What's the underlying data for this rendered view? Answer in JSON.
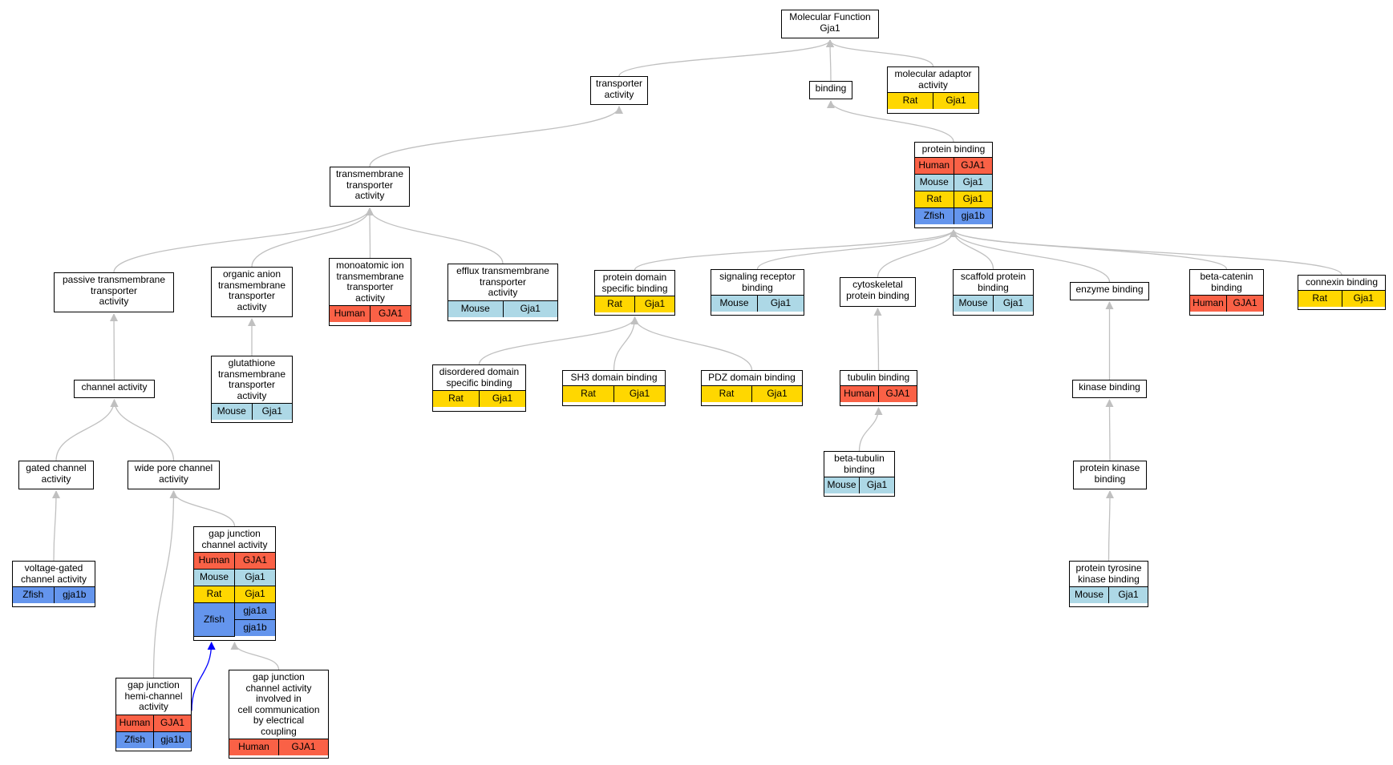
{
  "colors": {
    "Human": "#fa6146",
    "Mouse": "#add8e6",
    "Rat": "#ffd700",
    "Zfish": "#6495ed",
    "edge": "#c0c0c0",
    "highlight_edge": "#0000ff"
  },
  "nodes": [
    {
      "id": "mf",
      "label": "Molecular Function\nGja1",
      "rows": []
    },
    {
      "id": "transporter",
      "label": "transporter\nactivity",
      "rows": []
    },
    {
      "id": "binding",
      "label": "binding",
      "rows": []
    },
    {
      "id": "adaptor",
      "label": "molecular adaptor\nactivity",
      "rows": [
        {
          "species": "Rat",
          "genes": [
            "Gja1"
          ]
        }
      ]
    },
    {
      "id": "protbind",
      "label": "protein binding",
      "rows": [
        {
          "species": "Human",
          "genes": [
            "GJA1"
          ]
        },
        {
          "species": "Mouse",
          "genes": [
            "Gja1"
          ]
        },
        {
          "species": "Rat",
          "genes": [
            "Gja1"
          ]
        },
        {
          "species": "Zfish",
          "genes": [
            "gja1b"
          ]
        }
      ]
    },
    {
      "id": "tm",
      "label": "transmembrane\ntransporter\nactivity",
      "rows": []
    },
    {
      "id": "passive",
      "label": "passive transmembrane\ntransporter\nactivity",
      "rows": []
    },
    {
      "id": "organic",
      "label": "organic anion\ntransmembrane\ntransporter\nactivity",
      "rows": []
    },
    {
      "id": "monoatomic",
      "label": "monoatomic ion\ntransmembrane\ntransporter\nactivity",
      "rows": [
        {
          "species": "Human",
          "genes": [
            "GJA1"
          ]
        }
      ]
    },
    {
      "id": "efflux",
      "label": "efflux transmembrane\ntransporter\nactivity",
      "rows": [
        {
          "species": "Mouse",
          "genes": [
            "Gja1"
          ]
        }
      ]
    },
    {
      "id": "domain",
      "label": "protein domain\nspecific binding",
      "rows": [
        {
          "species": "Rat",
          "genes": [
            "Gja1"
          ]
        }
      ]
    },
    {
      "id": "signaling",
      "label": "signaling receptor\nbinding",
      "rows": [
        {
          "species": "Mouse",
          "genes": [
            "Gja1"
          ]
        }
      ]
    },
    {
      "id": "cyto",
      "label": "cytoskeletal\nprotein binding",
      "rows": []
    },
    {
      "id": "scaffold",
      "label": "scaffold protein\nbinding",
      "rows": [
        {
          "species": "Mouse",
          "genes": [
            "Gja1"
          ]
        }
      ]
    },
    {
      "id": "enzyme",
      "label": "enzyme binding",
      "rows": []
    },
    {
      "id": "catenin",
      "label": "beta-catenin\nbinding",
      "rows": [
        {
          "species": "Human",
          "genes": [
            "GJA1"
          ]
        }
      ]
    },
    {
      "id": "connexin",
      "label": "connexin binding",
      "rows": [
        {
          "species": "Rat",
          "genes": [
            "Gja1"
          ]
        }
      ]
    },
    {
      "id": "glutathione",
      "label": "glutathione\ntransmembrane\ntransporter\nactivity",
      "rows": [
        {
          "species": "Mouse",
          "genes": [
            "Gja1"
          ]
        }
      ]
    },
    {
      "id": "channel",
      "label": "channel activity",
      "rows": []
    },
    {
      "id": "disordered",
      "label": "disordered domain\nspecific binding",
      "rows": [
        {
          "species": "Rat",
          "genes": [
            "Gja1"
          ]
        }
      ]
    },
    {
      "id": "sh3",
      "label": "SH3 domain binding",
      "rows": [
        {
          "species": "Rat",
          "genes": [
            "Gja1"
          ]
        }
      ]
    },
    {
      "id": "pdz",
      "label": "PDZ domain binding",
      "rows": [
        {
          "species": "Rat",
          "genes": [
            "Gja1"
          ]
        }
      ]
    },
    {
      "id": "tubulin",
      "label": "tubulin binding",
      "rows": [
        {
          "species": "Human",
          "genes": [
            "GJA1"
          ]
        }
      ]
    },
    {
      "id": "kinase",
      "label": "kinase binding",
      "rows": []
    },
    {
      "id": "gated",
      "label": "gated channel\nactivity",
      "rows": []
    },
    {
      "id": "widepore",
      "label": "wide pore channel\nactivity",
      "rows": []
    },
    {
      "id": "betatub",
      "label": "beta-tubulin\nbinding",
      "rows": [
        {
          "species": "Mouse",
          "genes": [
            "Gja1"
          ]
        }
      ]
    },
    {
      "id": "protkinase",
      "label": "protein kinase\nbinding",
      "rows": []
    },
    {
      "id": "voltage",
      "label": "voltage-gated\nchannel activity",
      "rows": [
        {
          "species": "Zfish",
          "genes": [
            "gja1b"
          ]
        }
      ]
    },
    {
      "id": "gapjunction",
      "label": "gap junction\nchannel activity",
      "rows": [
        {
          "species": "Human",
          "genes": [
            "GJA1"
          ]
        },
        {
          "species": "Mouse",
          "genes": [
            "Gja1"
          ]
        },
        {
          "species": "Rat",
          "genes": [
            "Gja1"
          ]
        },
        {
          "species": "Zfish",
          "genes": [
            "gja1a",
            "gja1b"
          ]
        }
      ]
    },
    {
      "id": "tyrosine",
      "label": "protein tyrosine\nkinase binding",
      "rows": [
        {
          "species": "Mouse",
          "genes": [
            "Gja1"
          ]
        }
      ]
    },
    {
      "id": "hemi",
      "label": "gap junction\nhemi-channel\nactivity",
      "rows": [
        {
          "species": "Human",
          "genes": [
            "GJA1"
          ]
        },
        {
          "species": "Zfish",
          "genes": [
            "gja1b"
          ]
        }
      ]
    },
    {
      "id": "electrical",
      "label": "gap junction\nchannel activity\ninvolved in\ncell communication\nby electrical\ncoupling",
      "rows": [
        {
          "species": "Human",
          "genes": [
            "GJA1"
          ]
        }
      ]
    }
  ],
  "edges": [
    {
      "from": "transporter",
      "to": "mf"
    },
    {
      "from": "binding",
      "to": "mf"
    },
    {
      "from": "adaptor",
      "to": "mf"
    },
    {
      "from": "protbind",
      "to": "binding"
    },
    {
      "from": "tm",
      "to": "transporter"
    },
    {
      "from": "passive",
      "to": "tm"
    },
    {
      "from": "organic",
      "to": "tm"
    },
    {
      "from": "monoatomic",
      "to": "tm"
    },
    {
      "from": "efflux",
      "to": "tm"
    },
    {
      "from": "domain",
      "to": "protbind"
    },
    {
      "from": "signaling",
      "to": "protbind"
    },
    {
      "from": "cyto",
      "to": "protbind"
    },
    {
      "from": "scaffold",
      "to": "protbind"
    },
    {
      "from": "enzyme",
      "to": "protbind"
    },
    {
      "from": "catenin",
      "to": "protbind"
    },
    {
      "from": "connexin",
      "to": "protbind"
    },
    {
      "from": "glutathione",
      "to": "organic"
    },
    {
      "from": "channel",
      "to": "passive"
    },
    {
      "from": "disordered",
      "to": "domain"
    },
    {
      "from": "sh3",
      "to": "domain"
    },
    {
      "from": "pdz",
      "to": "domain"
    },
    {
      "from": "tubulin",
      "to": "cyto"
    },
    {
      "from": "kinase",
      "to": "enzyme"
    },
    {
      "from": "gated",
      "to": "channel"
    },
    {
      "from": "widepore",
      "to": "channel"
    },
    {
      "from": "betatub",
      "to": "tubulin"
    },
    {
      "from": "protkinase",
      "to": "kinase"
    },
    {
      "from": "voltage",
      "to": "gated"
    },
    {
      "from": "gapjunction",
      "to": "widepore"
    },
    {
      "from": "tyrosine",
      "to": "protkinase"
    },
    {
      "from": "hemi",
      "to": "widepore"
    },
    {
      "from": "hemi",
      "to": "gapjunction",
      "highlight": true
    },
    {
      "from": "electrical",
      "to": "gapjunction"
    }
  ]
}
